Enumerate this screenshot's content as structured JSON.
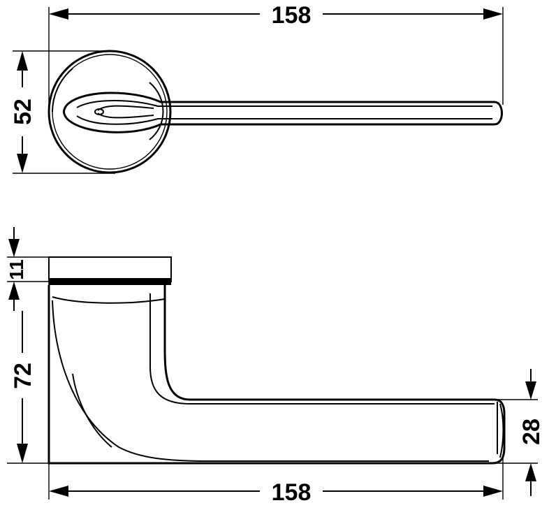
{
  "drawing": {
    "dimensions": {
      "top_width": "158",
      "top_height": "52",
      "side_rose_height": "11",
      "side_total_height": "72",
      "side_lever_height": "28",
      "side_width": "158"
    }
  }
}
